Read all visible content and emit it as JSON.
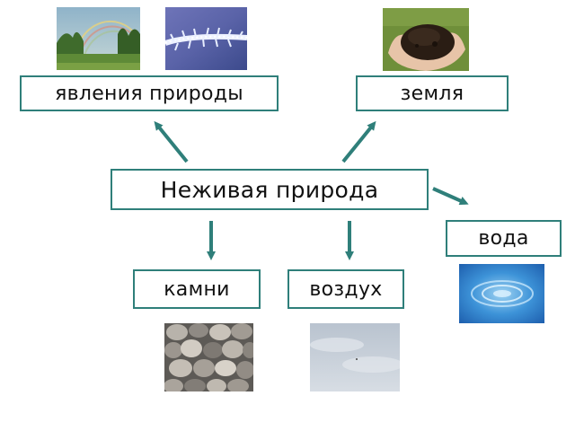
{
  "diagram": {
    "center": "Неживая природа",
    "nodes": {
      "natural_phenomena": "явления природы",
      "earth": "земля",
      "water": "вода",
      "stones": "камни",
      "air": "воздух"
    },
    "colors": {
      "border": "#2f7f7a",
      "arrow": "#2f7f7a",
      "text": "#111111"
    }
  }
}
